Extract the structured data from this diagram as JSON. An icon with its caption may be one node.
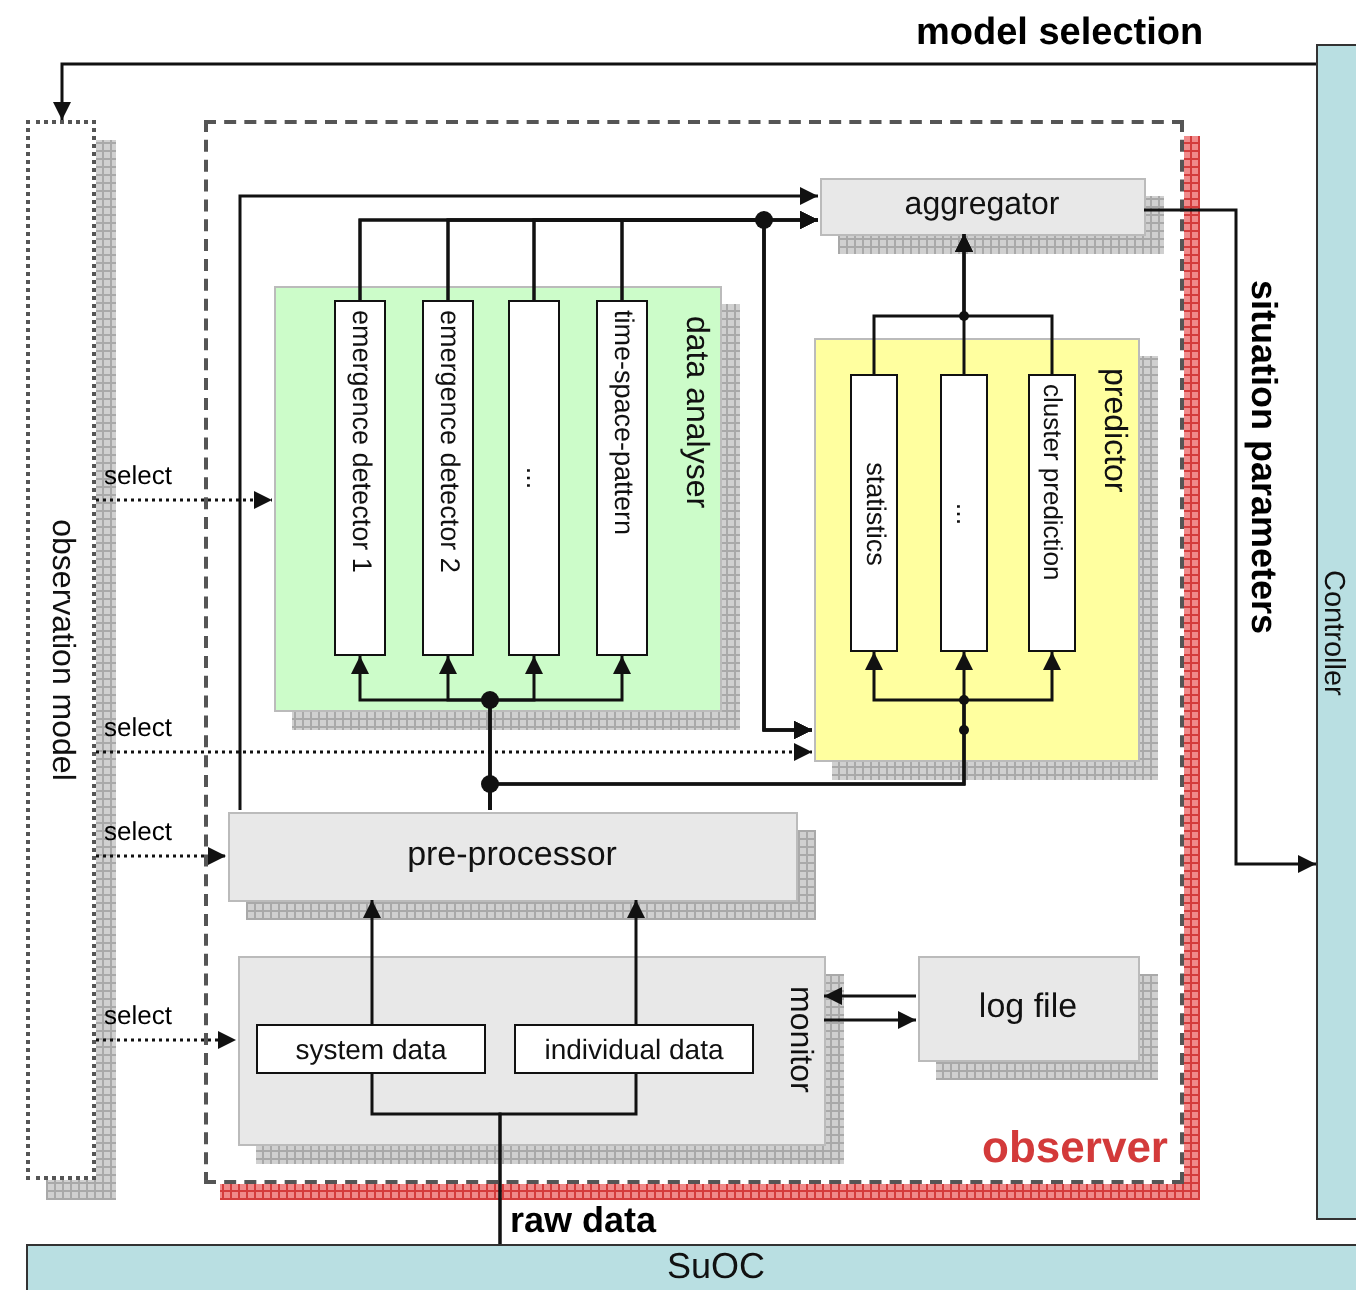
{
  "diagram": {
    "nodes": [
      {
        "text": [
          "observation model"
        ]
      },
      {
        "text": [
          "Controller"
        ]
      },
      {
        "text": [
          "SuOC"
        ]
      },
      {
        "text": [
          "observer"
        ]
      },
      {
        "text": [
          "aggregator"
        ],
        "in": 3
      },
      {
        "text": [
          "data analyser"
        ],
        "in": 3
      },
      {
        "text": [
          "emergence detector 1"
        ],
        "in": 5
      },
      {
        "text": [
          "emergence detector 2"
        ],
        "in": 5
      },
      {
        "text": [
          "..."
        ],
        "in": 5
      },
      {
        "text": [
          "time-space-pattern"
        ],
        "in": 5
      },
      {
        "text": [
          "predictor"
        ],
        "in": 3
      },
      {
        "text": [
          "statistics"
        ],
        "in": 10
      },
      {
        "text": [
          "..."
        ],
        "in": 10
      },
      {
        "text": [
          "cluster prediction"
        ],
        "in": 10
      },
      {
        "text": [
          "pre-processor"
        ],
        "in": 3
      },
      {
        "text": [
          "monitor"
        ],
        "in": 3
      },
      {
        "text": [
          "system data"
        ],
        "in": 15
      },
      {
        "text": [
          "individual data"
        ],
        "in": 15
      },
      {
        "text": [
          "log file"
        ],
        "in": 3
      }
    ],
    "edges": [
      {
        "from": 1,
        "to": 0,
        "arrow": "to",
        "label": "model selection"
      },
      {
        "from": 4,
        "to": 1,
        "arrow": "to",
        "label": "situation parameters"
      },
      {
        "from": 2,
        "to": 16,
        "arrow": "none",
        "label": "raw data"
      },
      {
        "from": 2,
        "to": 17,
        "arrow": "none"
      },
      {
        "from": 16,
        "to": 14,
        "arrow": "to"
      },
      {
        "from": 17,
        "to": 14,
        "arrow": "to"
      },
      {
        "from": 14,
        "to": 6,
        "arrow": "to"
      },
      {
        "from": 14,
        "to": 7,
        "arrow": "to"
      },
      {
        "from": 14,
        "to": 8,
        "arrow": "to"
      },
      {
        "from": 14,
        "to": 9,
        "arrow": "to"
      },
      {
        "from": 14,
        "to": 11,
        "arrow": "to"
      },
      {
        "from": 14,
        "to": 12,
        "arrow": "to"
      },
      {
        "from": 14,
        "to": 13,
        "arrow": "to"
      },
      {
        "from": 14,
        "to": 4,
        "arrow": "to"
      },
      {
        "from": 6,
        "to": 4,
        "arrow": "to"
      },
      {
        "from": 7,
        "to": 4,
        "arrow": "to"
      },
      {
        "from": 8,
        "to": 4,
        "arrow": "to"
      },
      {
        "from": 9,
        "to": 4,
        "arrow": "to"
      },
      {
        "from": 6,
        "to": 10,
        "arrow": "to"
      },
      {
        "from": 7,
        "to": 10,
        "arrow": "to"
      },
      {
        "from": 8,
        "to": 10,
        "arrow": "to"
      },
      {
        "from": 9,
        "to": 10,
        "arrow": "to"
      },
      {
        "from": 11,
        "to": 4,
        "arrow": "to"
      },
      {
        "from": 12,
        "to": 4,
        "arrow": "to"
      },
      {
        "from": 13,
        "to": 4,
        "arrow": "to"
      },
      {
        "from": 0,
        "to": 5,
        "arrow": "to",
        "label": "select",
        "style": "dashed"
      },
      {
        "from": 0,
        "to": 10,
        "arrow": "to",
        "label": "select",
        "style": "dashed"
      },
      {
        "from": 0,
        "to": 14,
        "arrow": "to",
        "label": "select",
        "style": "dashed"
      },
      {
        "from": 0,
        "to": 15,
        "arrow": "to",
        "label": "select",
        "style": "dashed"
      },
      {
        "from": 18,
        "to": 15,
        "arrow": "to"
      },
      {
        "from": 15,
        "to": 18,
        "arrow": "to"
      }
    ]
  }
}
